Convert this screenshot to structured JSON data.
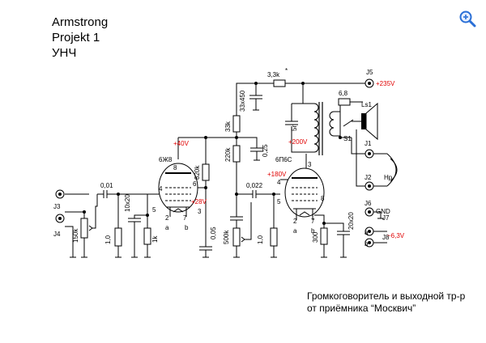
{
  "title": {
    "line1": "Armstrong",
    "line2": "Projekt 1",
    "line3": "УНЧ"
  },
  "caption": {
    "line1": "Громкоговоритель и выходной тр-р",
    "line2": "от приёмника “Москвич”"
  },
  "zoom_icon": "magnifier-zoom-in-icon",
  "colors": {
    "line": "#000000",
    "voltage": "#e00000",
    "icon": "#2a6fd6"
  },
  "voltages": {
    "v235": "+235V",
    "v200": "+200V",
    "v180": "+180V",
    "v40": "+40V",
    "v28": "+28V",
    "v63": "~6,3V"
  },
  "components": {
    "r_3k3": "3,3k",
    "r_3k3_mark": "*",
    "c_33x450": "33x450",
    "r_33k": "33k",
    "r_220k": "220k",
    "c_025": "0,25",
    "r_820k": "820k",
    "c_001": "0,01",
    "r_150k": "150k",
    "r_1m_a": "1,0",
    "c_10x20": "10x20",
    "r_1k": "1k",
    "c_005": "0,05",
    "c_0022": "0,022",
    "r_500k": "500k",
    "r_1m_b": "1,0",
    "r_300": "300",
    "c_20x20": "20x20",
    "c_5n": "5n",
    "r_68": "6,8"
  },
  "tubes": {
    "v1": "6Ж8",
    "v2": "6П6С"
  },
  "connectors": {
    "j1": "J1",
    "j2": "J2",
    "j3": "J3",
    "j4": "J4",
    "j5": "J5",
    "j6": "J6",
    "j7": "J7",
    "j8": "J8",
    "ls1": "Ls1",
    "s1": "S1",
    "hp": "Hp",
    "gnd": "GND",
    "a": "a",
    "b": "b"
  },
  "pins": {
    "v1_8": "8",
    "v1_6": "6",
    "v1_4": "4",
    "v1_5": "5",
    "v1_3": "3",
    "v1_2": "2",
    "v1_7": "7",
    "v1_a": "a",
    "v1_b": "b",
    "v2_3": "3",
    "v2_4": "4",
    "v2_5": "5",
    "v2_8": "8",
    "v2_2": "2",
    "v2_7": "7",
    "v2_a": "a",
    "v2_b": "b"
  }
}
